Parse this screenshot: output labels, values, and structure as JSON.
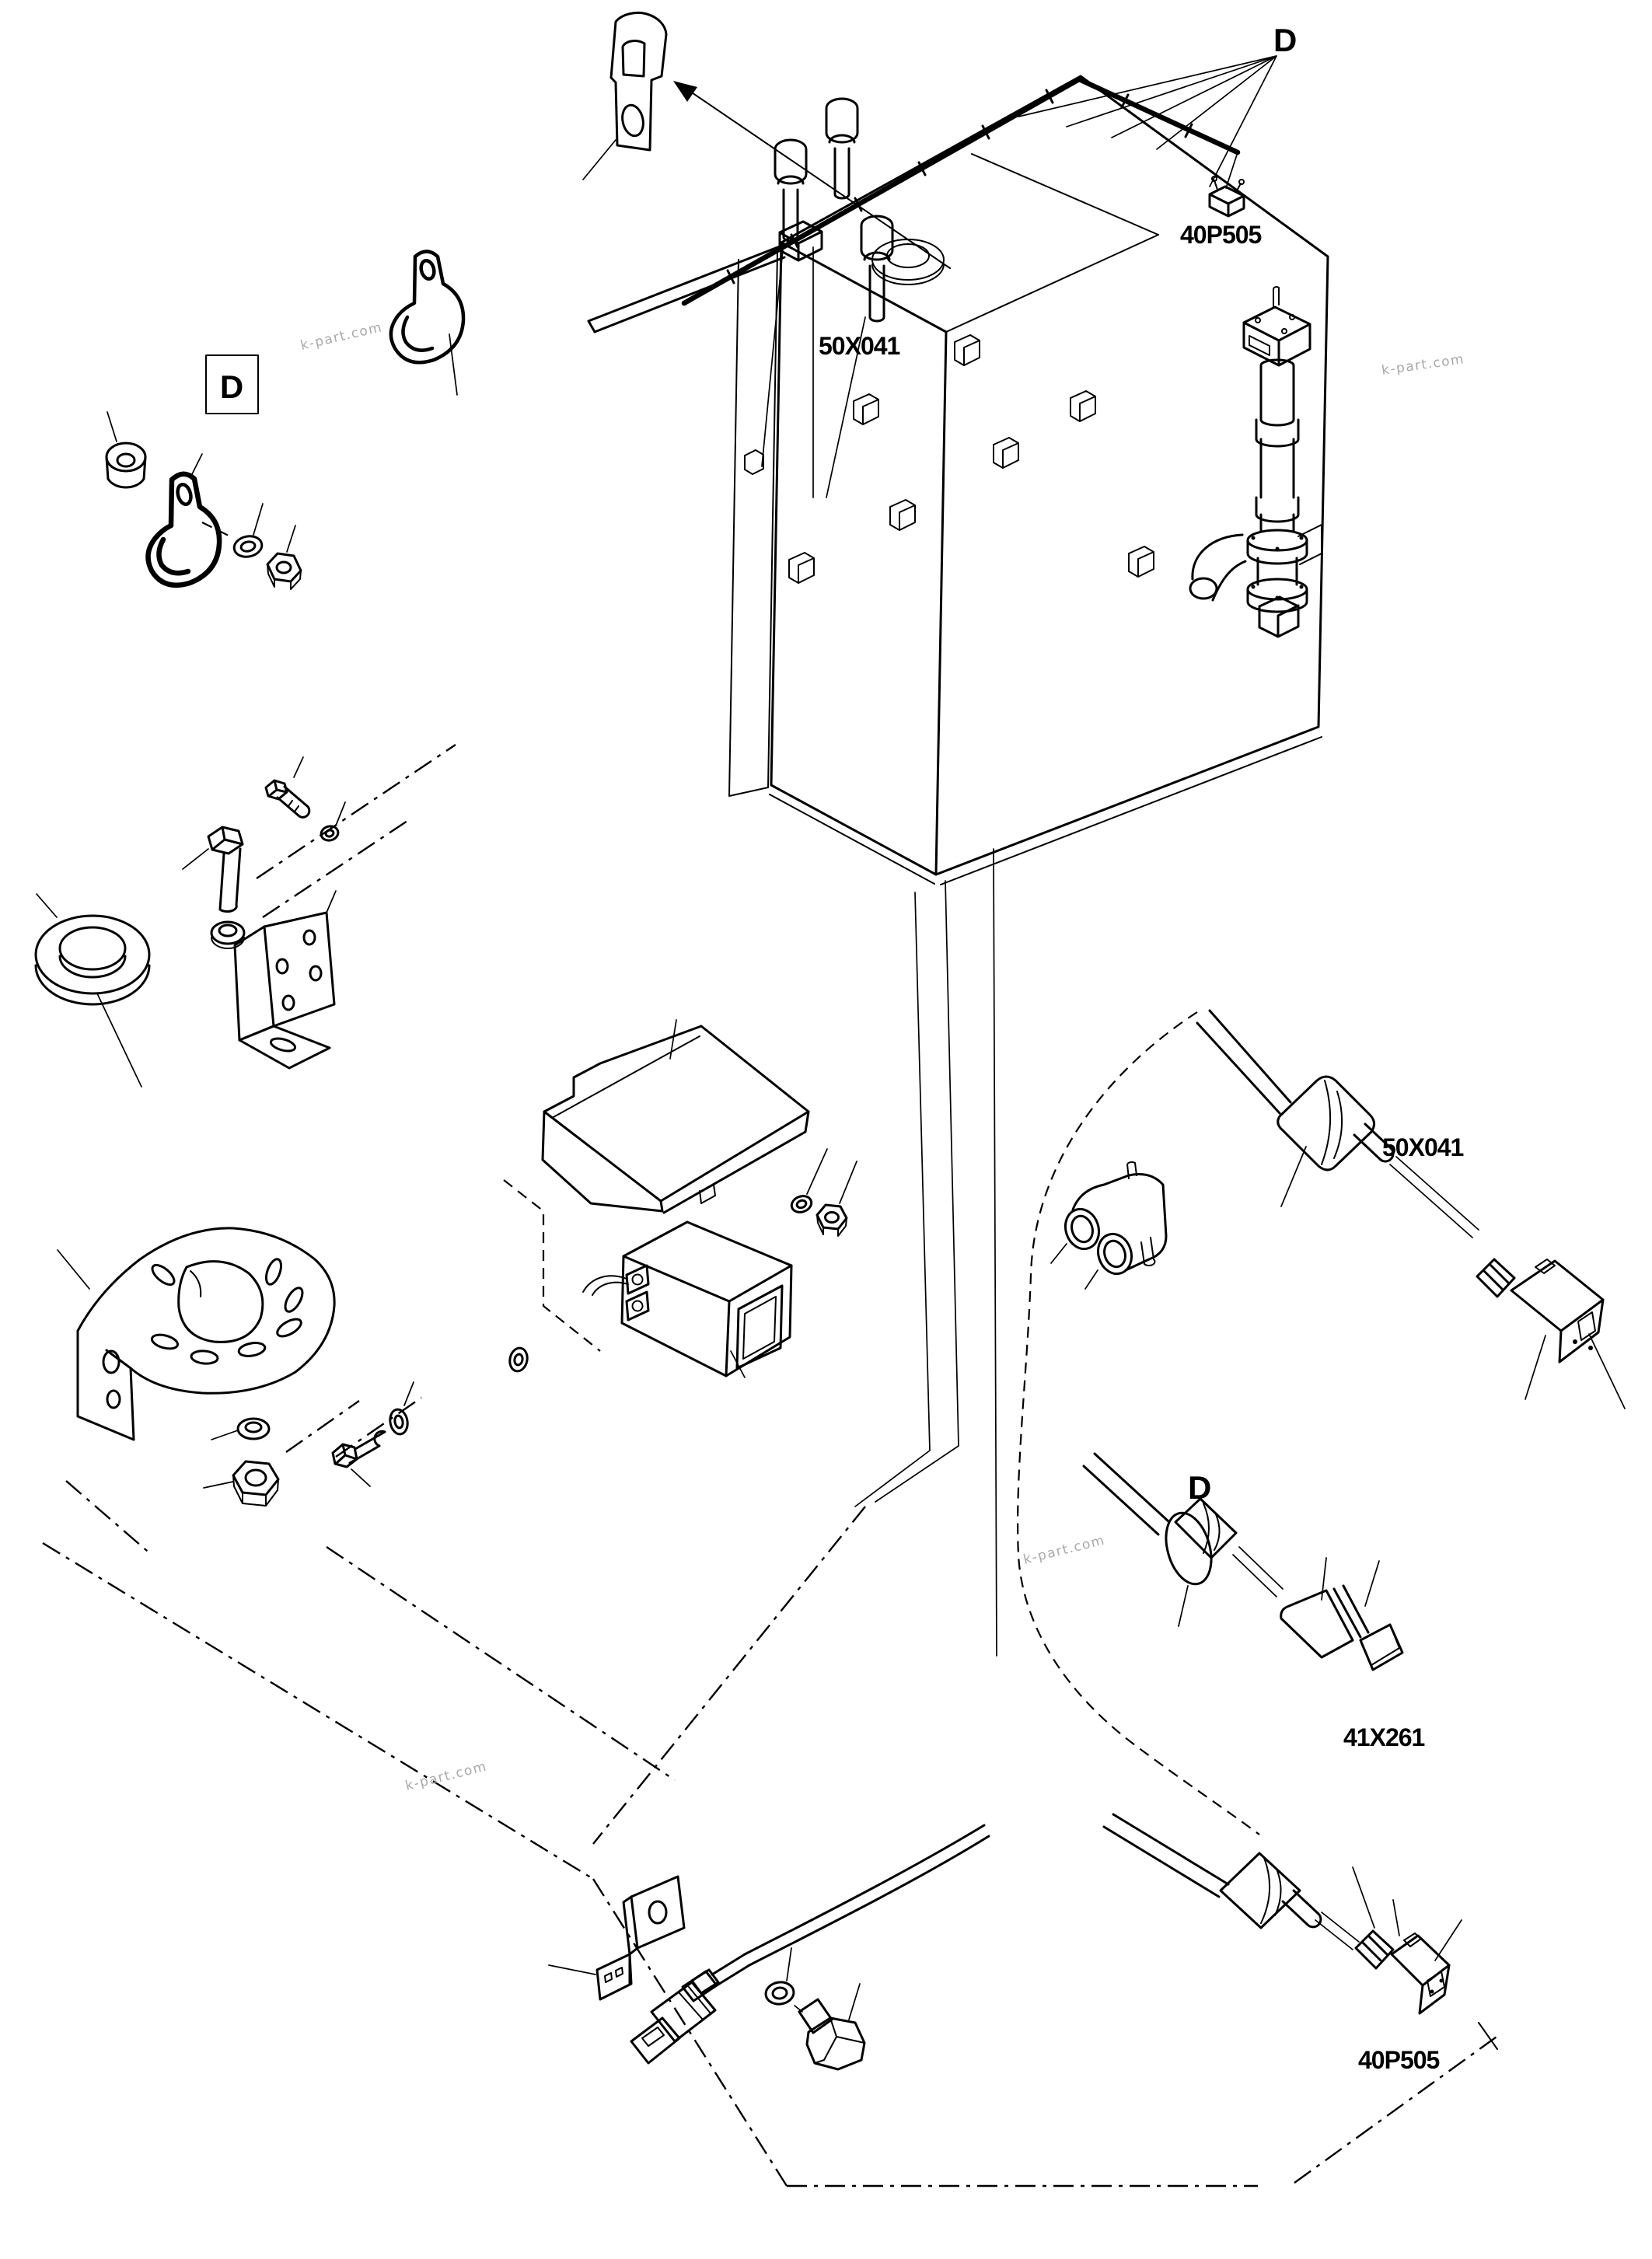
{
  "colors": {
    "background": "#ffffff",
    "ink": "#000000",
    "watermark": "#a9a9a9"
  },
  "watermark": {
    "text": "k-part.com"
  },
  "labels": {
    "detail_d_top": "D",
    "connector_top": "40P505",
    "caps_top": "50X041",
    "detail_d_box": "D",
    "cable1_connector": "50X041",
    "detail_d_cable": "D",
    "cable2_connector": "41X261",
    "cable3_connector": "40P505"
  }
}
